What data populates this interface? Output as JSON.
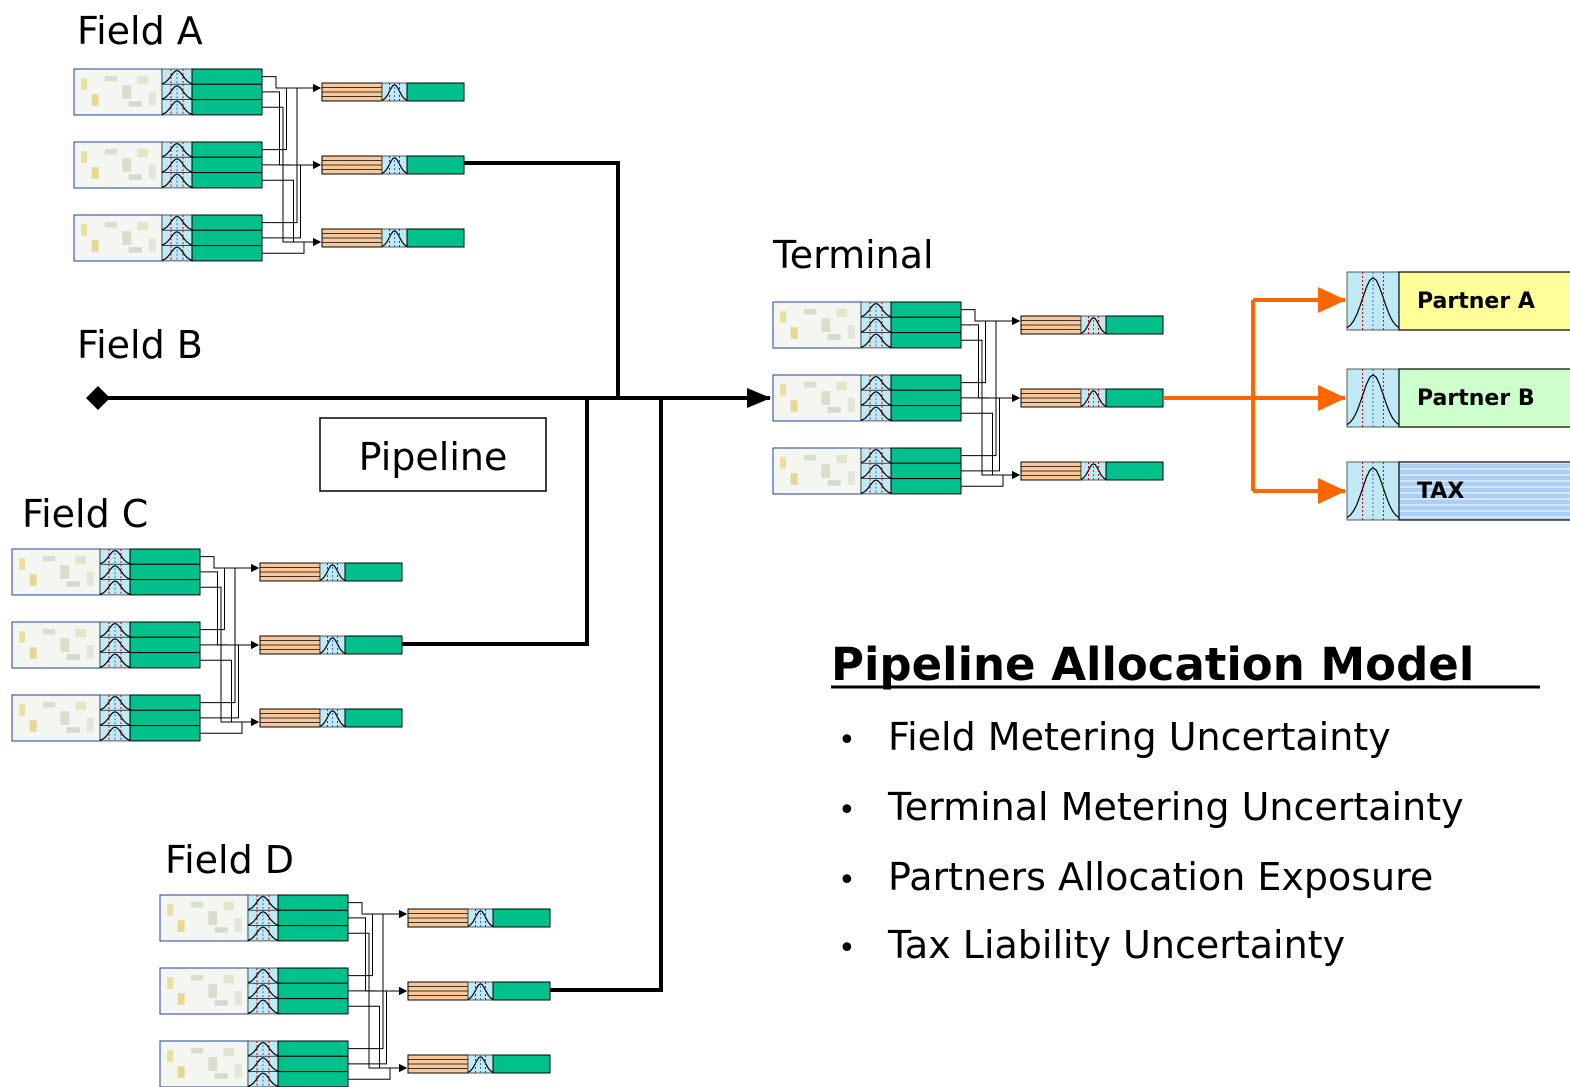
{
  "title": "Pipeline Allocation Model",
  "labels": {
    "field_a": "Field A",
    "field_b": "Field B",
    "field_c": "Field C",
    "field_d": "Field D",
    "terminal": "Terminal",
    "pipeline": "Pipeline"
  },
  "partners": [
    {
      "label": "Partner A",
      "color": "#ffff99"
    },
    {
      "label": "Partner B",
      "color": "#ccffcc"
    },
    {
      "label": "TAX",
      "color": "#99ccff"
    }
  ],
  "bullets": [
    "Field Metering Uncertainty",
    "Terminal Metering Uncertainty",
    "Partners Allocation Exposure",
    "Tax Liability Uncertainty"
  ],
  "colors": {
    "line": "#000000",
    "allocation_arrow": "#ff6600",
    "meter_output": "#00c08c",
    "meter_bars": "#f8c89a",
    "thumb_border": "#1f3fa0",
    "dist_fill": "#bfe9f5",
    "dist_limit": "#d00000"
  }
}
